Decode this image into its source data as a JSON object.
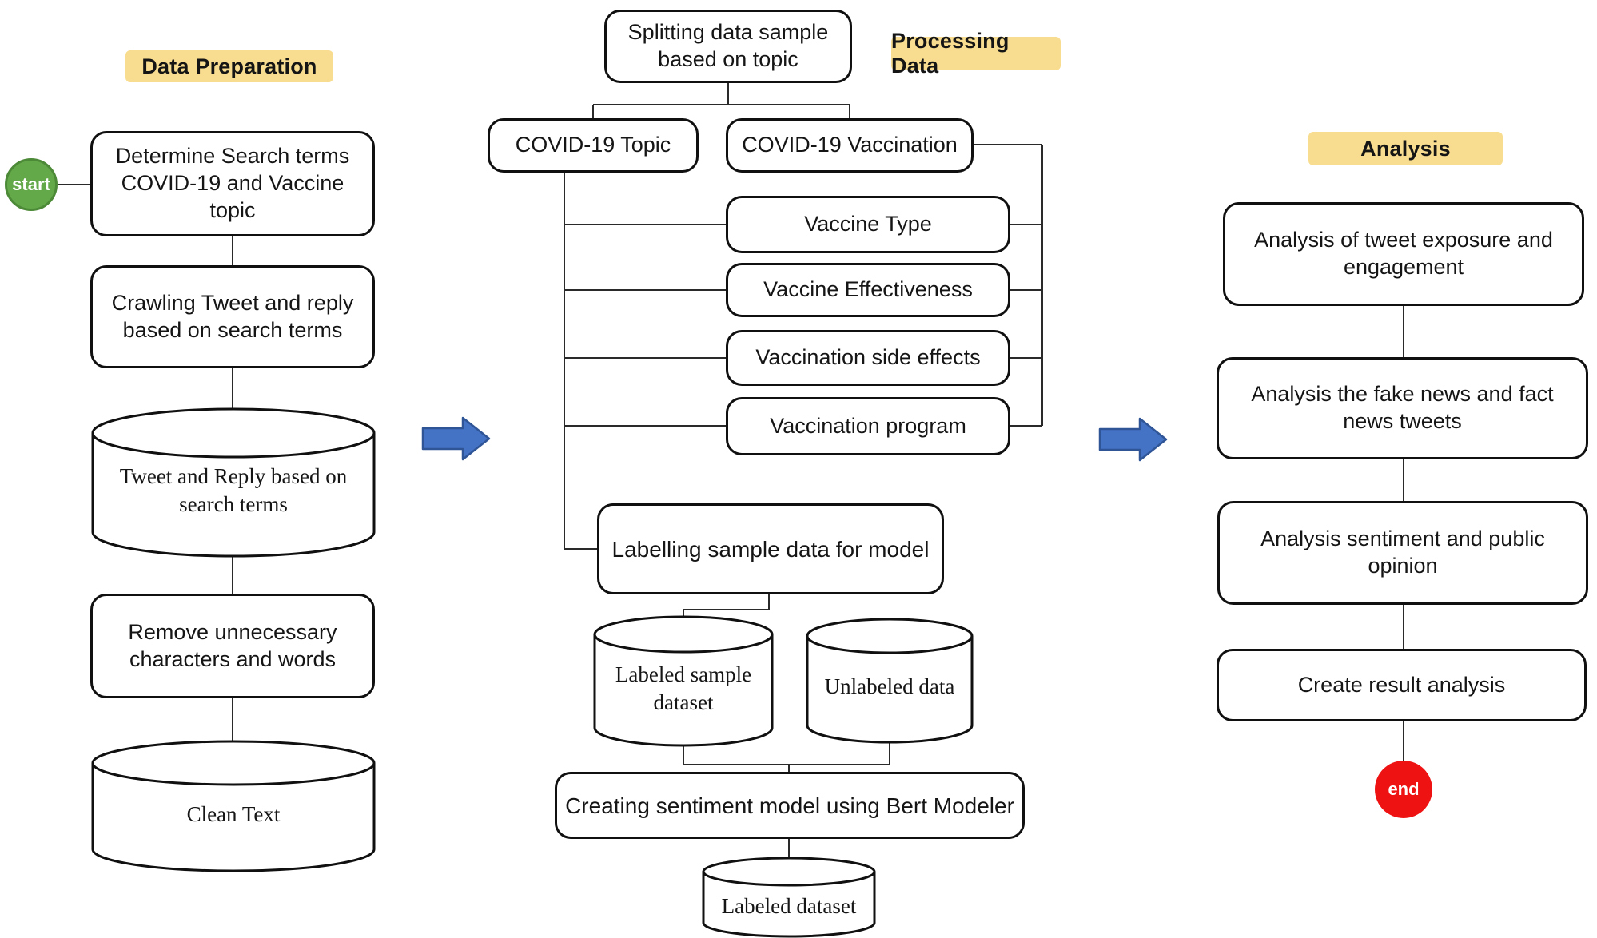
{
  "title": "COVID-19 vaccine tweet sentiment analysis workflow flowchart",
  "colors": {
    "section_label_bg": "#F8DD90",
    "start_fill": "#63A849",
    "start_border": "#4C8A37",
    "end_fill": "#EE1212",
    "arrow_fill": "#4472C4",
    "arrow_border": "#2F5597",
    "node_border": "#101010",
    "wire": "#2A2A2A",
    "text": "#151515"
  },
  "section_labels": {
    "data_preparation": "Data Preparation",
    "processing_data": "Processing Data",
    "analysis": "Analysis"
  },
  "terminals": {
    "start": "start",
    "end": "end"
  },
  "nodes": {
    "determine_search_terms": "Determine Search terms COVID-19 and Vaccine topic",
    "crawling_tweet": "Crawling Tweet and reply based on search terms",
    "tweet_reply_datastore": "Tweet and Reply based on search terms",
    "remove_unnecessary": "Remove unnecessary characters and words",
    "clean_text_datastore": "Clean Text",
    "splitting_data": "Splitting data sample based on topic",
    "covid_topic": "COVID-19 Topic",
    "covid_vaccination": "COVID-19 Vaccination",
    "vaccine_type": "Vaccine Type",
    "vaccine_effectiveness": "Vaccine Effectiveness",
    "vaccination_side_effects": "Vaccination side effects",
    "vaccination_program": "Vaccination program",
    "labelling_sample": "Labelling sample data for model",
    "labeled_sample_datastore": "Labeled sample dataset",
    "unlabeled_datastore": "Unlabeled data",
    "creating_sentiment_model": "Creating sentiment model using Bert Modeler",
    "labeled_dataset_datastore": "Labeled dataset"
  },
  "analysis_steps": [
    "Analysis of tweet exposure and engagement",
    "Analysis the fake news and fact news tweets",
    "Analysis sentiment and public opinion",
    "Create result analysis"
  ]
}
